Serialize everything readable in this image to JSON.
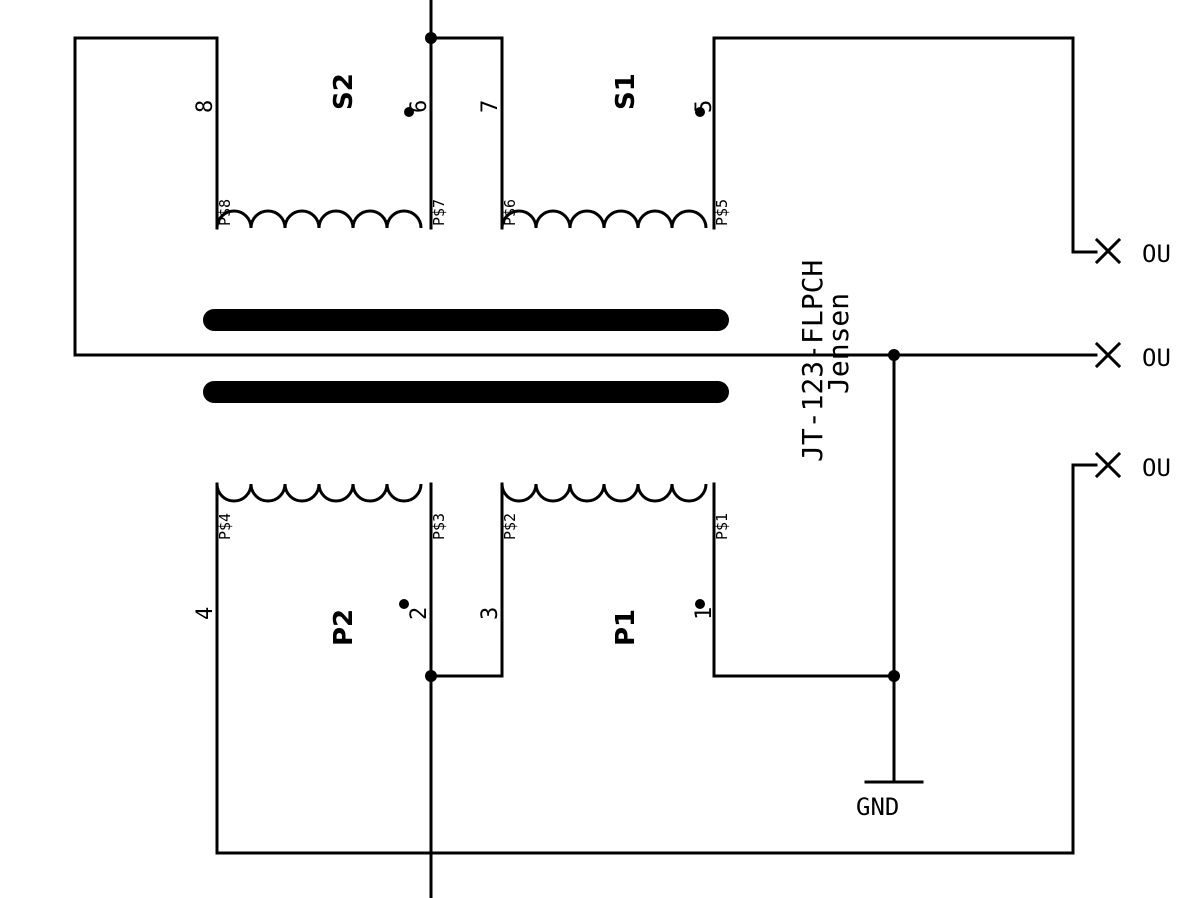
{
  "part": {
    "name": "JT-123-FLPCH",
    "maker": "Jensen"
  },
  "windings": [
    {
      "label": "S2",
      "pin_outer": "8",
      "pin_inner": "6",
      "pad_left": "P$8",
      "pad_right": "P$7"
    },
    {
      "label": "S1",
      "pin_outer": "7",
      "pin_inner": "5",
      "pad_left": "P$6",
      "pad_right": "P$5"
    },
    {
      "label": "P2",
      "pin_outer": "4",
      "pin_inner": "2",
      "pad_left": "P$4",
      "pad_right": "P$3"
    },
    {
      "label": "P1",
      "pin_outer": "3",
      "pin_inner": "1",
      "pad_left": "P$2",
      "pad_right": "P$1"
    }
  ],
  "ground": {
    "label": "GND"
  },
  "outputs": [
    {
      "label": "OU"
    },
    {
      "label": "OU"
    },
    {
      "label": "OU"
    }
  ]
}
